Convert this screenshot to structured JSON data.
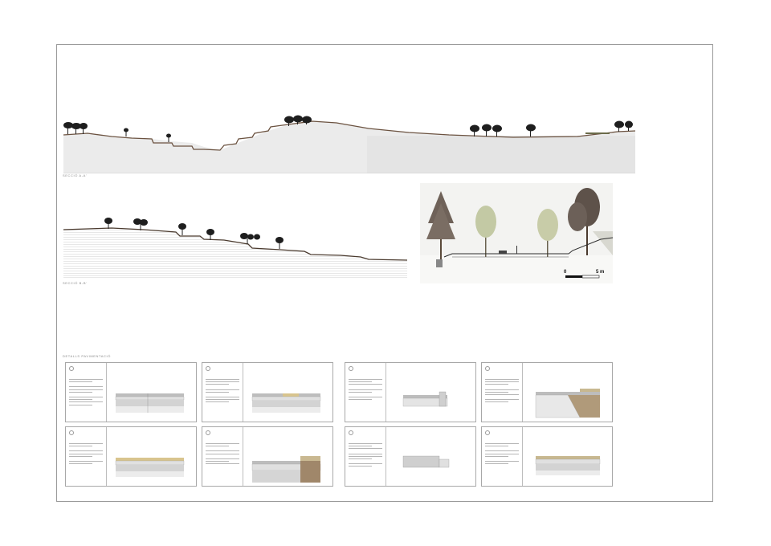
{
  "sheet": {
    "section_a_caption": "SECCIÓ A-A'",
    "section_b_caption": "SECCIÓ B-B'",
    "details_caption": "DETALLS PAVIMENTACIÓ",
    "scale_bar": {
      "start_label": "0",
      "end_label": "5 m"
    }
  },
  "colors": {
    "ground": "#e8e8e8",
    "ground_line": "#5a4a3a",
    "tree": "#1e1e1e",
    "frame": "#9a9a9a"
  }
}
